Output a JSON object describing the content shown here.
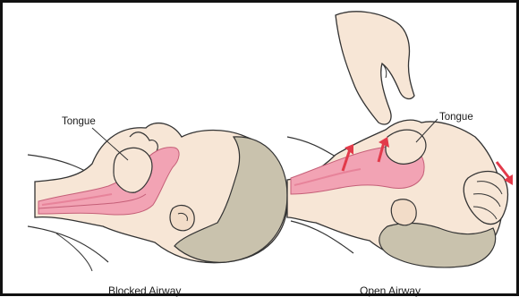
{
  "panels": [
    {
      "id": "blocked",
      "callout": "Tongue",
      "caption": "Blocked Airway"
    },
    {
      "id": "open",
      "callout": "Tongue",
      "caption": "Open Airway"
    }
  ],
  "colors": {
    "skin": "#f7e6d6",
    "airway": "#f2a3b4",
    "airway_dark": "#e7839a",
    "hair": "#c9c2ad",
    "line": "#333333",
    "arrow": "#e23a4a",
    "frame": "#111111"
  }
}
